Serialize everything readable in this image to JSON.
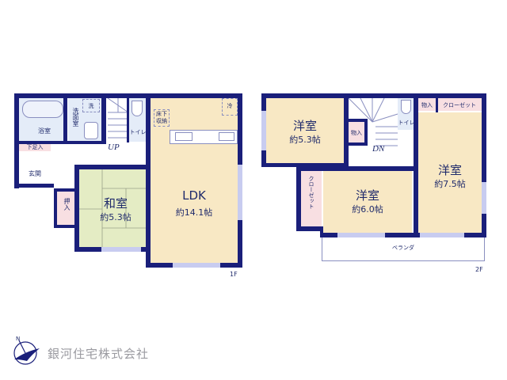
{
  "floor1": {
    "label": "1F",
    "rooms": {
      "bath": "浴室",
      "washroom": "洗面室",
      "washer": "洗",
      "toilet": "トイレ",
      "underfloor_storage": "床下収納",
      "fridge": "冷",
      "shoe_storage": "下足入",
      "entrance": "玄関",
      "closet": "押入",
      "japanese_room": {
        "name": "和室",
        "size": "約5.3帖"
      },
      "ldk": {
        "name": "LDK",
        "size": "約14.1帖"
      }
    },
    "stairs_label": "UP"
  },
  "floor2": {
    "label": "2F",
    "rooms": {
      "western_a": {
        "name": "洋室",
        "size": "約5.3帖"
      },
      "storage_a": "物入",
      "toilet": "トイレ",
      "storage_b": "物入",
      "closet_top": "クローゼット",
      "western_b": {
        "name": "洋室",
        "size": "約7.5帖"
      },
      "closet_side": "クローゼット",
      "western_c": {
        "name": "洋室",
        "size": "約6.0帖"
      },
      "balcony": "ベランダ"
    },
    "stairs_label": "DN"
  },
  "company": {
    "name": "銀河住宅株式会社",
    "compass_label": "N"
  },
  "colors": {
    "wall": "#1a1f7a",
    "western_room": "#f8e8c4",
    "japanese_room": "#e4ecc4",
    "wet_area": "#e4ecf8",
    "storage": "#f8dfe2"
  }
}
